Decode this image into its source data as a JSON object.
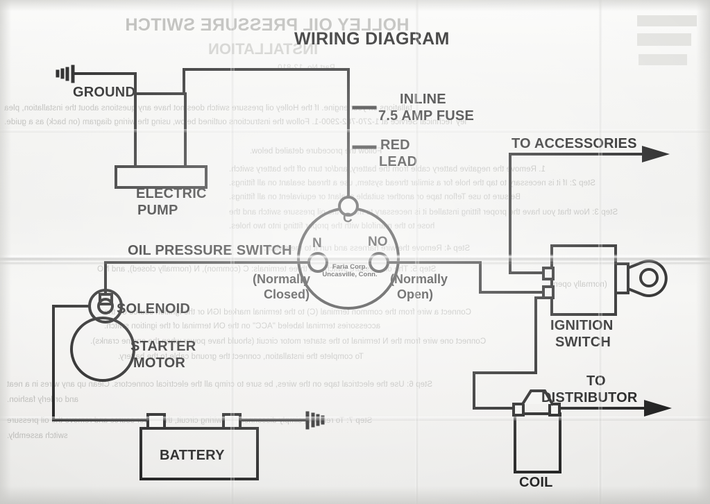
{
  "document": {
    "title": "WIRING DIAGRAM",
    "medium": "scanned paper wiring diagram"
  },
  "bleed_through": {
    "note": "mirrored text showing through from reverse side of the sheet",
    "heading": "HOLLEY OIL PRESSURE SWITCH",
    "subheading": "INSTALLATION",
    "part_line": "Part No. 12-810",
    "lines": [
      "tallations on your engine. If the Holley oil pressure switch does not have any questions about the installation, plea",
      "ley Technical Service at 1-270-782-2900-1. Follow the instructions outlined below, using the wiring diagram (on back) as a guide.",
      "Follow the procedure detailed below.",
      "1.  Remove the negative battery cable from the battery, and/or turn off the battery switch.",
      "Step 2:  If it is necessary to tap the hole for a similar thread system, use a thread sealant on all fittings.",
      "Be sure to use Teflon tape or another suitable sealant or equivalent on all fittings.",
      "Step 3:  Now that you have the proper fitting installed it is necessary to mount the oil pressure switch and the",
      "hose to the manifold with the proper fitting into two holes.",
      "Step 4:  Remove the wire harness and run it to the switch.",
      "Step 5:  The oil pressure switch has three terminals:  C (common), N (normally closed), and NO",
      "(normally open).",
      "Connect a wire from the common terminal (C) to the terminal marked IGN or the ignition source on the",
      "accessories terminal labeled \"ACC\" on the ON terminal of the ignition switch.",
      "Connect one wire from the N terminal to the starter motor circuit (should have power when the engine cranks).",
      "To complete the installation, connect the ground cable to the battery.",
      "Step 6:  Use the electrical tape on the wires, be sure to crimp all the electrical connectors.  Clean up any wires in a neat",
      "and orderly fashion.",
      "Step 7:  To remove, simply disconnect the wiring circuit, the power source and remove the oil pressure",
      "switch assembly."
    ]
  },
  "diagram": {
    "type": "automotive wiring diagram",
    "components": [
      {
        "id": "electric-pump",
        "label": "ELECTRIC\nPUMP",
        "label_line1": "ELECTRIC",
        "label_line2": "PUMP"
      },
      {
        "id": "oil-pressure-switch",
        "label": "OIL PRESSURE SWITCH"
      },
      {
        "id": "ignition-switch",
        "label_line1": "IGNITION",
        "label_line2": "SWITCH"
      },
      {
        "id": "solenoid",
        "label": "SOLENOID"
      },
      {
        "id": "starter-motor",
        "label_line1": "STARTER",
        "label_line2": "MOTOR"
      },
      {
        "id": "battery",
        "label": "BATTERY"
      },
      {
        "id": "coil",
        "label": "COIL"
      }
    ],
    "labels": {
      "ground": "GROUND",
      "inline_fuse_line1": "INLINE",
      "inline_fuse_line2": "7.5 AMP FUSE",
      "red_lead_line1": "RED",
      "red_lead_line2": "LEAD",
      "to_accessories": "TO ACCESSORIES",
      "to_distributor_line1": "TO",
      "to_distributor_line2": "DISTRIBUTOR",
      "oil_pressure_switch": "OIL PRESSURE SWITCH",
      "electric_pump_line1": "ELECTRIC",
      "electric_pump_line2": "PUMP",
      "solenoid": "SOLENOID",
      "starter_line1": "STARTER",
      "starter_line2": "MOTOR",
      "battery": "BATTERY",
      "coil": "COIL",
      "ignition_line1": "IGNITION",
      "ignition_line2": "SWITCH"
    },
    "switch": {
      "brand_line1": "Faria Corp.",
      "brand_line2": "Uncasville, Conn.",
      "terminals": [
        {
          "code": "C",
          "position": "top",
          "meaning": "Common"
        },
        {
          "code": "N",
          "position": "left",
          "meaning": "Normally Closed",
          "note_line1": "(Normally",
          "note_line2": "Closed)"
        },
        {
          "code": "NO",
          "position": "right",
          "meaning": "Normally Open",
          "note_line1": "(Normally",
          "note_line2": "Open)"
        }
      ]
    },
    "colors": {
      "ink": "#171717",
      "paper": "#f3f3f1",
      "bleed": "#b9b9b6"
    }
  }
}
